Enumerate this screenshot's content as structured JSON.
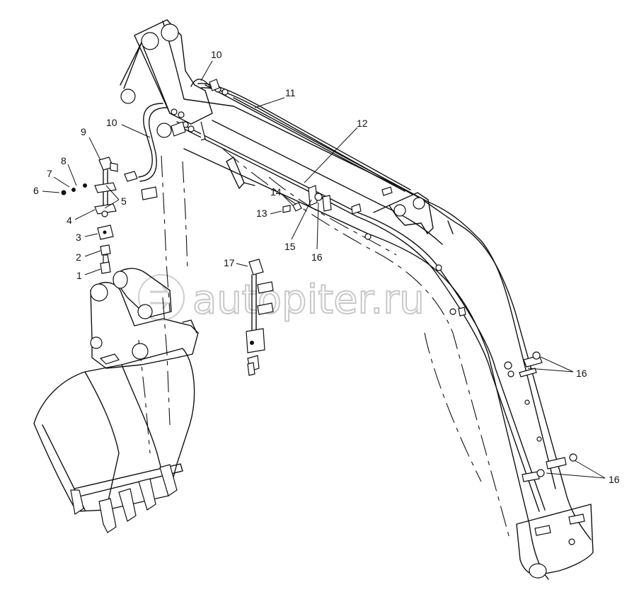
{
  "watermark": "autopiter.ru",
  "callouts": {
    "c1": "1",
    "c2": "2",
    "c3": "3",
    "c4": "4",
    "c5": "5",
    "c6": "6",
    "c7": "7",
    "c8": "8",
    "c9": "9",
    "c10a": "10",
    "c10b": "10",
    "c11": "11",
    "c12": "12",
    "c13": "13",
    "c14": "14",
    "c15": "15",
    "c16a": "16",
    "c16b": "16",
    "c16c": "16",
    "c17": "17"
  }
}
